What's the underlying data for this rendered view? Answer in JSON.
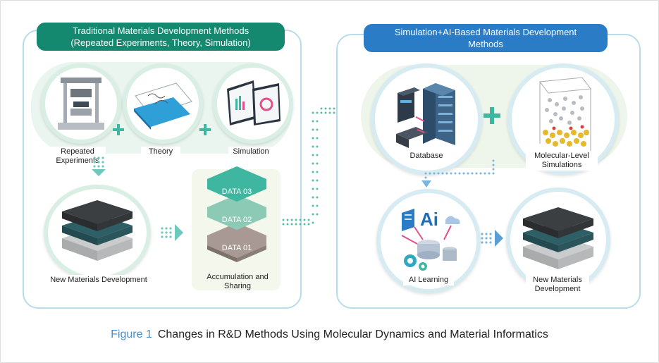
{
  "left_panel": {
    "title_line1": "Traditional Materials Development Methods",
    "title_line2": "(Repeated Experiments, Theory, Simulation)",
    "items": {
      "experiments_line1": "Repeated",
      "experiments_line2": "Experiments",
      "theory": "Theory",
      "simulation": "Simulation",
      "new_materials": "New Materials Development",
      "accumulation_line1": "Accumulation and",
      "accumulation_line2": "Sharing"
    },
    "data_layers": [
      "DATA 03",
      "DATA 02",
      "DATA 01"
    ]
  },
  "right_panel": {
    "title_line1": "Simulation+AI-Based Materials Development",
    "title_line2": "Methods",
    "items": {
      "database": "Database",
      "molecular_line1": "Molecular-Level",
      "molecular_line2": "Simulations",
      "ai_learning": "AI Learning",
      "new_materials_line1": "New Materials",
      "new_materials_line2": "Development"
    }
  },
  "caption": {
    "figure": "Figure 1",
    "text": "Changes in R&D Methods Using Molecular Dynamics and Material Informatics"
  },
  "colors": {
    "left_title_bg": "#15896f",
    "right_title_bg": "#2a7cc7",
    "accent_teal": "#3fb6a0",
    "panel_border": "#b9dcea"
  }
}
